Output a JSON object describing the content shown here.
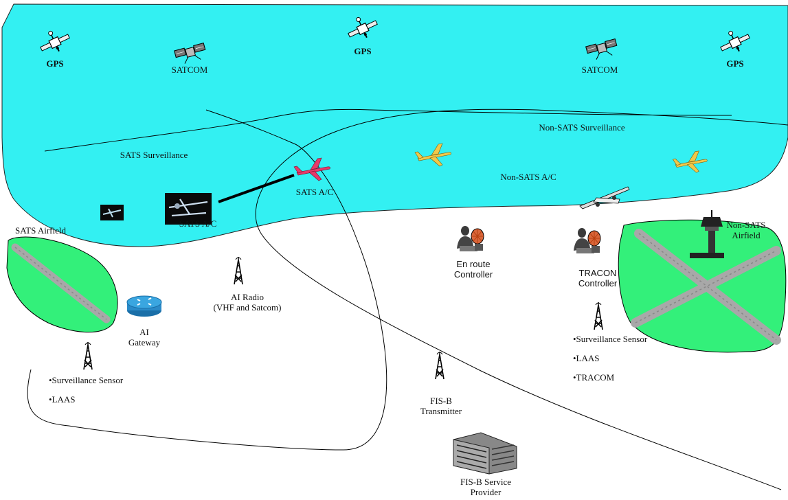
{
  "colors": {
    "sky": "#33f0f2",
    "airfield": "#33f07a",
    "runway": "#a8a8a8",
    "sats_aircraft": "#e63a6a",
    "non_sats_aircraft": "#f0c84a",
    "line": "#000000"
  },
  "space": {
    "gps_labels": [
      "GPS",
      "GPS",
      "GPS"
    ],
    "satcom_labels": [
      "SATCOM",
      "SATCOM"
    ]
  },
  "regions": {
    "sats_surveillance": "SATS Surveillance",
    "non_sats_surveillance": "Non-SATS Surveillance"
  },
  "aircraft": {
    "sats_airborne": "SATS A/C",
    "sats_ground": "SATS A/C",
    "non_sats": "Non-SATS A/C"
  },
  "airfields": {
    "sats": "SATS Airfield",
    "non_sats_line1": "Non-SATS",
    "non_sats_line2": "Airfield"
  },
  "ground": {
    "ai_gateway_line1": "AI",
    "ai_gateway_line2": "Gateway",
    "ai_radio_line1": "AI Radio",
    "ai_radio_line2": "(VHF and Satcom)",
    "en_route_line1": "En route",
    "en_route_line2": "Controller",
    "tracon_line1": "TRACON",
    "tracon_line2": "Controller",
    "fisb_tx_line1": "FIS-B",
    "fisb_tx_line2": "Transmitter",
    "fisb_sp_line1": "FIS-B Service",
    "fisb_sp_line2": "Provider"
  },
  "sats_sensors": [
    "•Surveillance Sensor",
    "•LAAS"
  ],
  "tracon_sensors": [
    "•Surveillance Sensor",
    "•LAAS",
    "•TRACOM"
  ]
}
